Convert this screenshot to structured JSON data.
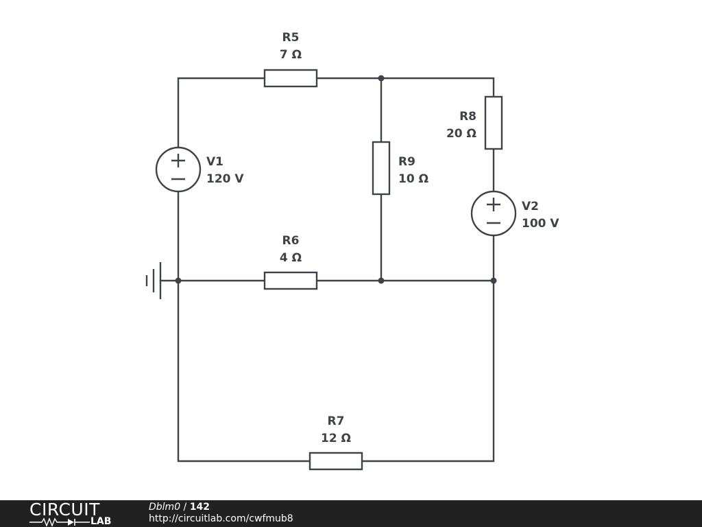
{
  "colors": {
    "ink": "#3f4347",
    "background": "#ffffff",
    "footer_bg": "#212121",
    "footer_text": "#ffffff"
  },
  "components": {
    "r5": {
      "name": "R5",
      "value": "7 Ω"
    },
    "r6": {
      "name": "R6",
      "value": "4 Ω"
    },
    "r7": {
      "name": "R7",
      "value": "12 Ω"
    },
    "r8": {
      "name": "R8",
      "value": "20 Ω"
    },
    "r9": {
      "name": "R9",
      "value": "10 Ω"
    },
    "v1": {
      "name": "V1",
      "value": "120 V"
    },
    "v2": {
      "name": "V2",
      "value": "100 V"
    }
  },
  "footer": {
    "logo_top": "CIRCUIT",
    "logo_bottom": "LAB",
    "user": "Dblm0",
    "separator": " / ",
    "circuit_number": "142",
    "url": "http://circuitlab.com/cwfmub8"
  }
}
